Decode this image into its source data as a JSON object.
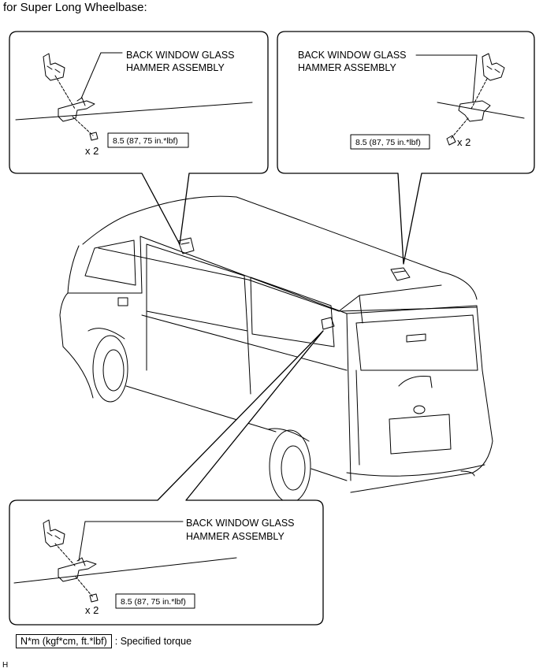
{
  "heading": "for Super Long Wheelbase:",
  "callouts": [
    {
      "part_line1": "BACK WINDOW GLASS",
      "part_line2": "HAMMER ASSEMBLY",
      "torque": "8.5 (87, 75 in.*lbf)",
      "quantity": "x 2"
    },
    {
      "part_line1": "BACK WINDOW GLASS",
      "part_line2": "HAMMER ASSEMBLY",
      "torque": "8.5 (87, 75 in.*lbf)",
      "quantity": "x 2"
    },
    {
      "part_line1": "BACK WINDOW GLASS",
      "part_line2": "HAMMER ASSEMBLY",
      "torque": "8.5 (87, 75 in.*lbf)",
      "quantity": "x 2"
    }
  ],
  "legend": {
    "unit": "N*m (kgf*cm, ft.*lbf)",
    "description": ": Specified torque"
  },
  "figure_code": "H",
  "colors": {
    "line": "#000000",
    "background": "#ffffff"
  }
}
